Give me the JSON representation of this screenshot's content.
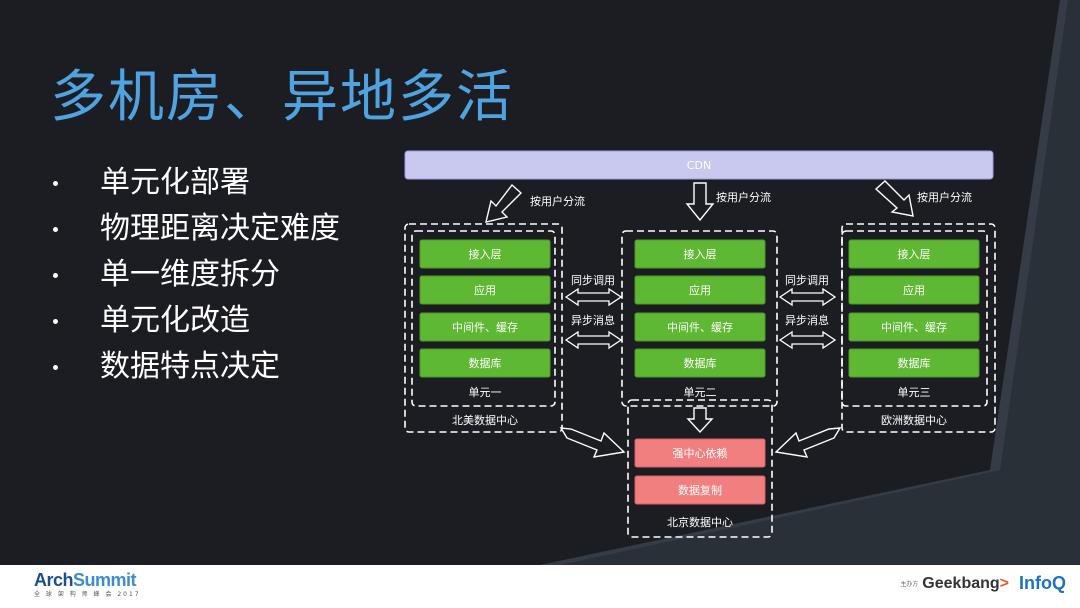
{
  "slide": {
    "title": "多机房、异地多活",
    "bullets": [
      "单元化部署",
      "物理距离决定难度",
      "单一维度拆分",
      "单元化改造",
      "数据特点决定"
    ]
  },
  "diagram": {
    "cdn": "CDN",
    "split_label": "按用户分流",
    "sync_call": "同步调用",
    "async_msg": "异步消息",
    "units": [
      {
        "layers": [
          "接入层",
          "应用",
          "中间件、缓存",
          "数据库"
        ],
        "unit_name": "单元一",
        "dc_name": "北美数据中心"
      },
      {
        "layers": [
          "接入层",
          "应用",
          "中间件、缓存",
          "数据库"
        ],
        "unit_name": "单元二",
        "dc_name": ""
      },
      {
        "layers": [
          "接入层",
          "应用",
          "中间件、缓存",
          "数据库"
        ],
        "unit_name": "单元三",
        "dc_name": "欧洲数据中心"
      }
    ],
    "central": {
      "items": [
        "强中心依赖",
        "数据复制"
      ],
      "dc_name": "北京数据中心"
    }
  },
  "footer": {
    "left_logo": "ArchSummit",
    "left_logo_a": "Arch",
    "left_logo_b": "Summit",
    "left_sub": "全 球 架 构 师 峰 会 2017",
    "right_tiny": "主办方",
    "geek_a": "Geek",
    "geek_b": "bang",
    "geek_c": ">",
    "infoq": "InfoQ"
  },
  "colors": {
    "background": "#1c1d22",
    "title": "#4ea3e0",
    "cdn_fill": "#c9c8ef",
    "green_layer": "#5fb833",
    "red_layer": "#f27f7f"
  }
}
